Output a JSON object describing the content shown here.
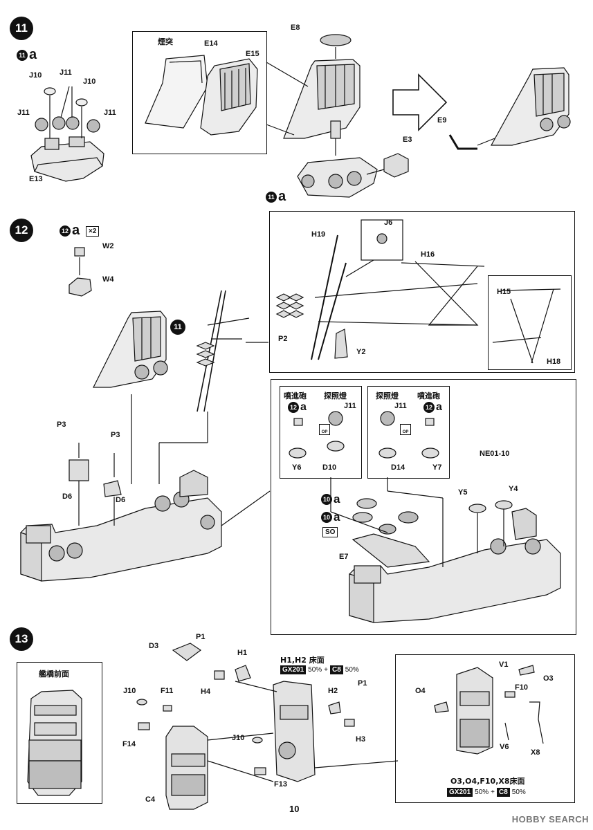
{
  "page_number": "10",
  "watermark": "HOBBY SEARCH",
  "step11": {
    "number": "11",
    "sub_badge": "a",
    "parts_left": [
      "J10",
      "J11",
      "J10",
      "J11",
      "J11",
      "E13"
    ],
    "box_title": "煙突",
    "box_parts": [
      "E14",
      "E15"
    ],
    "center_parts": [
      "E8",
      "E3"
    ],
    "center_sub": "a",
    "right_parts": [
      "E9"
    ]
  },
  "step12": {
    "number": "12",
    "sub_badge": "a",
    "multiplier": "×2",
    "sub_parts": [
      "W2",
      "W4"
    ],
    "ref_step": "11",
    "mast_box_parts": [
      "H19",
      "J6",
      "H16",
      "P2",
      "Y2"
    ],
    "inset_parts": [
      "H15",
      "H18"
    ],
    "left_parts": [
      "P3",
      "P3",
      "D6",
      "D6"
    ],
    "sub_box1": {
      "left_title": "噴進砲",
      "right_title": "探照燈",
      "left_part": "Y6",
      "right_part_top": "J11",
      "right_part_bottom": "D10",
      "op": "OP"
    },
    "sub_box2": {
      "left_title": "探照燈",
      "right_title": "噴進砲",
      "left_part_top": "J11",
      "left_part_bottom": "D14",
      "right_part": "Y7",
      "op": "OP"
    },
    "ne_label": "NE01-10",
    "right_parts": [
      "Y5",
      "Y4",
      "E7"
    ],
    "ten_a_1": "10",
    "ten_a_2": "10",
    "so_tag": "SO"
  },
  "step13": {
    "number": "13",
    "inset_title": "艦橋前面",
    "parts": [
      "D3",
      "P1",
      "H1",
      "J10",
      "F11",
      "H4",
      "H2",
      "P1",
      "F14",
      "H3",
      "J10",
      "F13",
      "C4"
    ],
    "paint_label_1": "H1,H2 床面",
    "paint_1_a": "GX201",
    "paint_1_a_pct": "50%",
    "paint_1_plus": "+",
    "paint_1_b": "C8",
    "paint_1_b_pct": "50%",
    "box_parts": [
      "V1",
      "O3",
      "O4",
      "F10",
      "V6",
      "X8"
    ],
    "paint_label_2": "O3,O4,F10,X8床面",
    "paint_2_a": "GX201",
    "paint_2_a_pct": "50%",
    "paint_2_plus": "+",
    "paint_2_b": "C8",
    "paint_2_b_pct": "50%"
  }
}
